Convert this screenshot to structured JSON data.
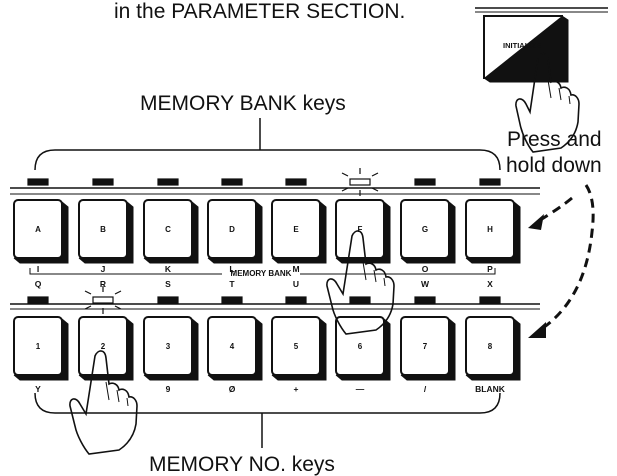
{
  "header_text": "in the PARAMETER SECTION.",
  "initialize_key": {
    "label": "INITIALIZE"
  },
  "memory_bank_title": "MEMORY BANK keys",
  "memory_no_title": "MEMORY NO. keys",
  "press_hold": [
    "Press and",
    "hold down"
  ],
  "bank_strip_label": "MEMORY BANK",
  "bank_keys": [
    {
      "label": "A",
      "lit": false
    },
    {
      "label": "B",
      "lit": false
    },
    {
      "label": "C",
      "lit": false
    },
    {
      "label": "D",
      "lit": false
    },
    {
      "label": "E",
      "lit": false
    },
    {
      "label": "F",
      "lit": true
    },
    {
      "label": "G",
      "lit": false
    },
    {
      "label": "H",
      "lit": false
    }
  ],
  "letter_labels": [
    {
      "top": "I",
      "bottom": "Q"
    },
    {
      "top": "J",
      "bottom": "R"
    },
    {
      "top": "K",
      "bottom": "S"
    },
    {
      "top": "L",
      "bottom": "T"
    },
    {
      "top": "M",
      "bottom": "U"
    },
    {
      "top": "",
      "bottom": ""
    },
    {
      "top": "O",
      "bottom": "W"
    },
    {
      "top": "P",
      "bottom": "X"
    }
  ],
  "number_keys": [
    {
      "label": "1",
      "lit": false
    },
    {
      "label": "2",
      "lit": true
    },
    {
      "label": "3",
      "lit": false
    },
    {
      "label": "4",
      "lit": false
    },
    {
      "label": "5",
      "lit": false
    },
    {
      "label": "6",
      "lit": false
    },
    {
      "label": "7",
      "lit": false
    },
    {
      "label": "8",
      "lit": false
    }
  ],
  "bottom_labels": [
    "Y",
    "",
    "9",
    "Ø",
    "+",
    "—",
    "/",
    "BLANK"
  ]
}
